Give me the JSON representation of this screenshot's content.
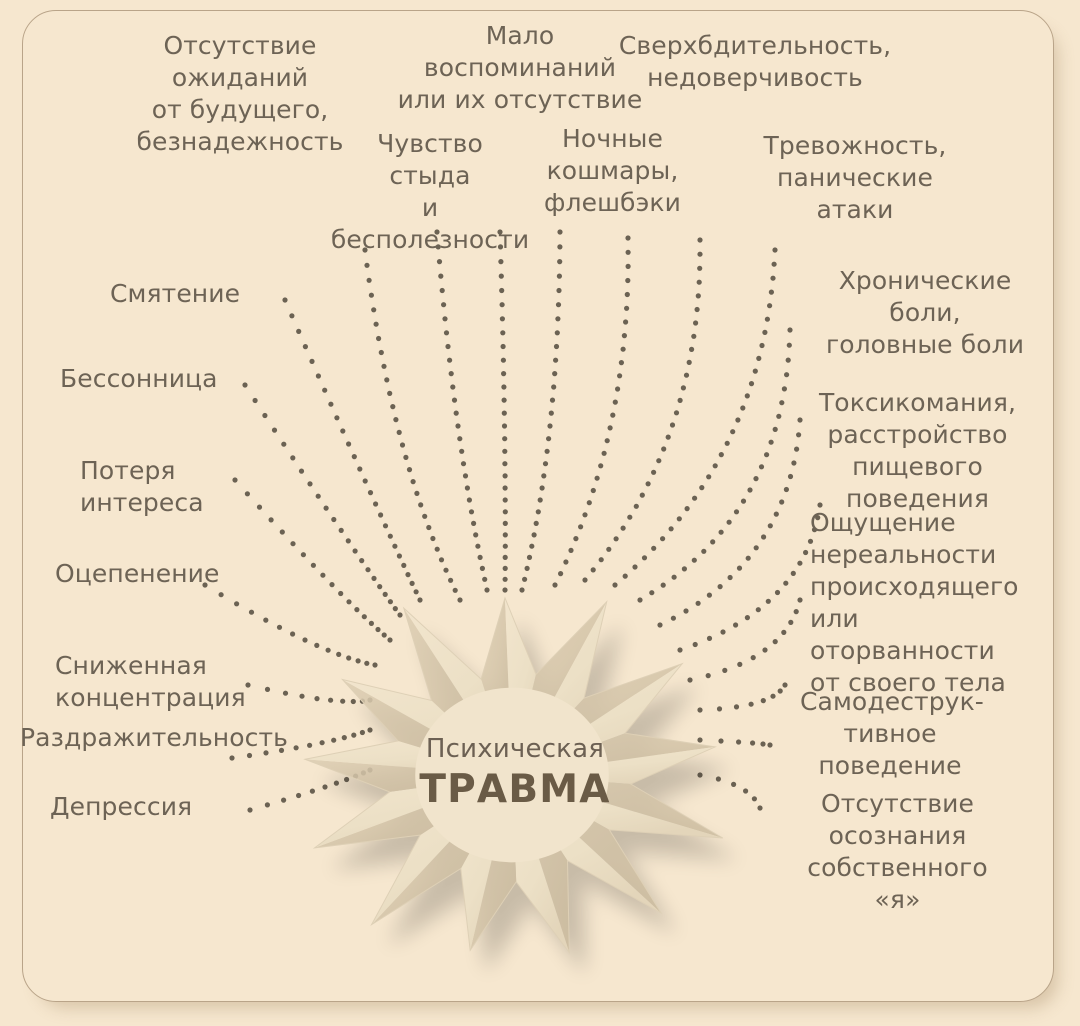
{
  "poster": {
    "title_sub": "Психическая",
    "title_main": "ТРАВМА",
    "background_color": "#f6e7cf",
    "text_color": "#6d6355",
    "dot_color": "#6b6253",
    "burst_fill": "#efe0c6",
    "burst_shade": "#d8c8ae",
    "frame_border_color": "#b9a489"
  },
  "symptoms": [
    {
      "id": "no-expectations",
      "text": "Отсутствие\nожиданий\nот будущего,\nбезнадежность",
      "side": "left"
    },
    {
      "id": "few-memories",
      "text": "Мало\nвоспоминаний\nили их отсутствие",
      "side": "top"
    },
    {
      "id": "hypervigilance",
      "text": "Сверхбдительность,\nнедоверчивость",
      "side": "top"
    },
    {
      "id": "shame",
      "text": "Чувство\nстыда\nи бесполезности",
      "side": "left"
    },
    {
      "id": "nightmares",
      "text": "Ночные\nкошмары,\nфлешбэки",
      "side": "top"
    },
    {
      "id": "anxiety",
      "text": "Тревожность,\nпанические\nатаки",
      "side": "right"
    },
    {
      "id": "confusion",
      "text": "Смятение",
      "side": "left"
    },
    {
      "id": "chronic-pain",
      "text": "Хронические\nболи,\nголовные боли",
      "side": "right"
    },
    {
      "id": "insomnia",
      "text": "Бессонница",
      "side": "left"
    },
    {
      "id": "substance-abuse",
      "text": "Токсикомания,\nрасстройство\nпищевого поведения",
      "side": "right"
    },
    {
      "id": "loss-of-interest",
      "text": "Потеря\nинтереса",
      "side": "left"
    },
    {
      "id": "derealization",
      "text": "Ощущение\nнереальности\nпроисходящего\nили оторванности\nот своего тела",
      "side": "right"
    },
    {
      "id": "numbness",
      "text": "Оцепенение",
      "side": "left"
    },
    {
      "id": "self-destructive",
      "text": "Самодеструк-\nтивное\nповедение",
      "side": "right"
    },
    {
      "id": "low-concentration",
      "text": "Сниженная\nконцентрация",
      "side": "left"
    },
    {
      "id": "no-self-awareness",
      "text": "Отсутствие\nосознания\nсобственного\n«я»",
      "side": "right"
    },
    {
      "id": "irritability",
      "text": "Раздражительность",
      "side": "left"
    },
    {
      "id": "depression",
      "text": "Депрессия",
      "side": "left"
    }
  ]
}
